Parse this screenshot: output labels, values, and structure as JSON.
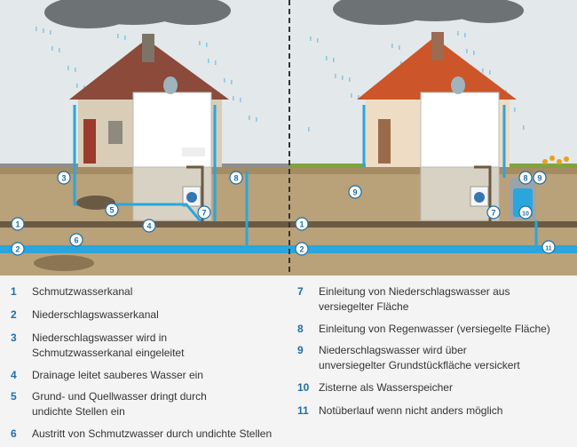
{
  "colors": {
    "sky": "#e3e8ea",
    "soil": "#b9a17a",
    "soil_dark": "#a68c63",
    "grass": "#7fa43d",
    "dirty_pipe": "#6a5a44",
    "clean_pipe": "#2aa6dc",
    "cloud": "#6d7275",
    "rain": "#8fc6e6",
    "badge_text": "#1f6fa8",
    "roof_old": "#8b4a3a",
    "roof_new": "#cc5529"
  },
  "markers": {
    "left": [
      "1",
      "2",
      "3",
      "4",
      "5",
      "6",
      "7",
      "8"
    ],
    "right": [
      "1",
      "2",
      "7",
      "8",
      "9",
      "9",
      "10",
      "11"
    ]
  },
  "legend": {
    "items": [
      {
        "num": "1",
        "lines": [
          "Schmutzwasserkanal"
        ]
      },
      {
        "num": "2",
        "lines": [
          "Niederschlagswasserkanal"
        ]
      },
      {
        "num": "3",
        "lines": [
          "Niederschlagswasser wird in",
          "Schmutzwasserkanal eingeleitet"
        ]
      },
      {
        "num": "4",
        "lines": [
          "Drainage leitet sauberes Wasser ein"
        ]
      },
      {
        "num": "5",
        "lines": [
          "Grund- und Quellwasser dringt durch",
          "undichte Stellen ein"
        ]
      },
      {
        "num": "6",
        "lines": [
          "Austritt von Schmutzwasser durch undichte Stellen"
        ]
      },
      {
        "num": "7",
        "lines": [
          "Einleitung von Niederschlagswasser aus",
          "versiegelter Fläche"
        ]
      },
      {
        "num": "8",
        "lines": [
          "Einleitung von Regenwasser (versiegelte Fläche)"
        ]
      },
      {
        "num": "9",
        "lines": [
          "Niederschlagswasser wird über",
          "unversiegelter Grundstückfläche versickert"
        ]
      },
      {
        "num": "10",
        "lines": [
          "Zisterne als Wasserspeicher"
        ]
      },
      {
        "num": "11",
        "lines": [
          "Notüberlauf wenn nicht anders möglich"
        ]
      }
    ]
  }
}
